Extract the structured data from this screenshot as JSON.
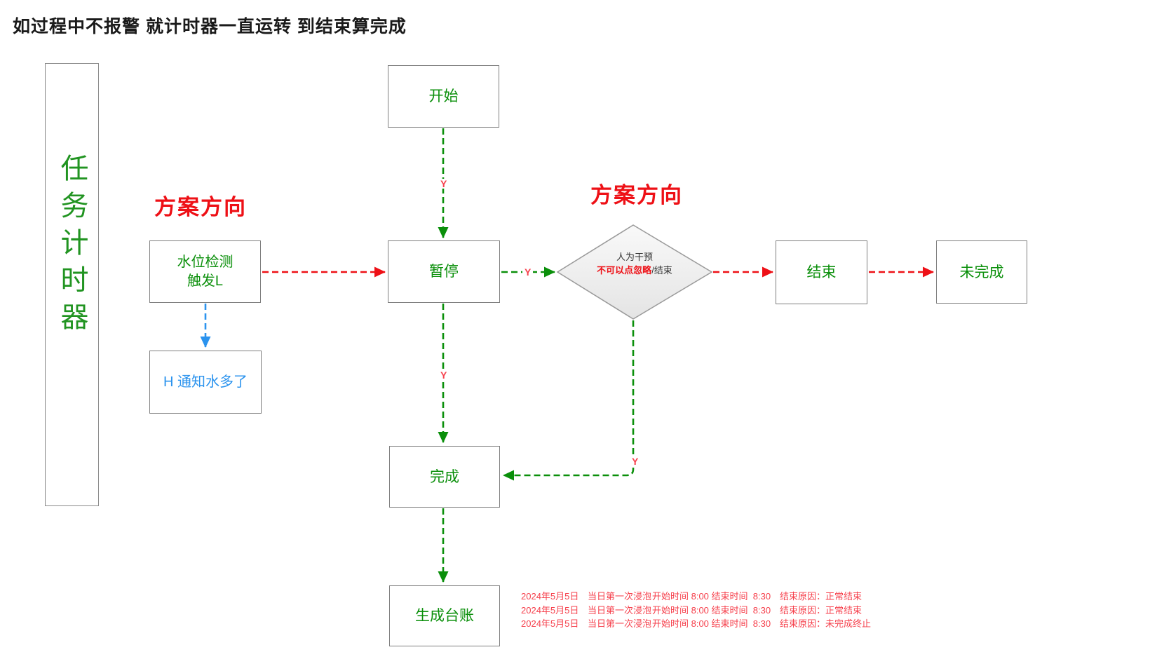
{
  "title": "如过程中不报警 就计时器一直运转 到结束算完成",
  "sidebar": {
    "label": "任务计时器"
  },
  "labels": {
    "direction_left": "方案方向",
    "direction_right": "方案方向",
    "yes": "Y"
  },
  "nodes": {
    "start": {
      "label": "开始"
    },
    "water": {
      "line1": "水位检测",
      "line2": "触发L"
    },
    "notify": {
      "label": "H 通知水多了"
    },
    "pause": {
      "label": "暂停"
    },
    "decision": {
      "line1": "人为干预",
      "line2_red": "不可以点忽略",
      "line2_rest": "/结束"
    },
    "done": {
      "label": "完成"
    },
    "ledger": {
      "label": "生成台账"
    },
    "end": {
      "label": "结束"
    },
    "not_done": {
      "label": "未完成"
    }
  },
  "ledger_table": {
    "rows": [
      {
        "date": "2024年5月5日",
        "batch": "当日第一次浸泡",
        "time": "开始时间 8:00 结束时间  8:30",
        "reason": "结束原因：正常结束"
      },
      {
        "date": "2024年5月5日",
        "batch": "当日第一次浸泡",
        "time": "开始时间 8:00 结束时间  8:30",
        "reason": "结束原因：正常结束"
      },
      {
        "date": "2024年5月5日",
        "batch": "当日第一次浸泡",
        "time": "开始时间 8:00 结束时间  8:30",
        "reason": "结束原因：未完成终止"
      }
    ]
  },
  "colors": {
    "green": "#0a8f0a",
    "red": "#ee1016",
    "red-soft": "#f6404c",
    "blue": "#2b93ee",
    "border": "#7e7e7e",
    "ink": "#1a1a1a"
  }
}
